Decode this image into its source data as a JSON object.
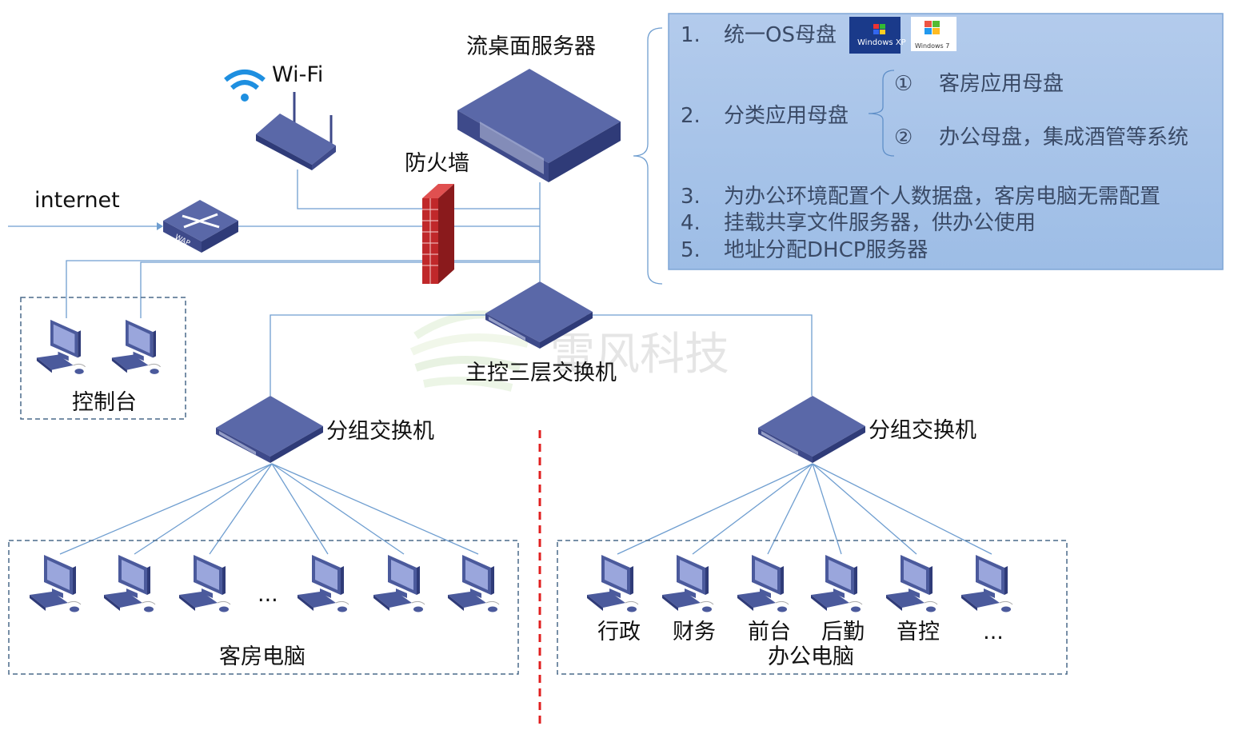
{
  "server": {
    "label": "流桌面服务器"
  },
  "wifi": {
    "label": "Wi-Fi"
  },
  "firewall": {
    "label": "防火墙"
  },
  "internet": {
    "label": "internet"
  },
  "wap": {
    "label": "WAP"
  },
  "console": {
    "label": "控制台"
  },
  "core_switch": {
    "label": "主控三层交换机"
  },
  "group_switch_left": {
    "label": "分组交换机"
  },
  "group_switch_right": {
    "label": "分组交换机"
  },
  "guest_group": {
    "label": "客房电脑",
    "ellipsis": "..."
  },
  "office_group": {
    "label": "办公电脑",
    "departments": [
      "行政",
      "财务",
      "前台",
      "后勤",
      "音控",
      "..."
    ]
  },
  "watermark": {
    "text": "雷风科技"
  },
  "panel": {
    "items": [
      {
        "num": "1.",
        "text": "统一OS母盘",
        "logos": [
          "Windows XP",
          "Windows 7"
        ]
      },
      {
        "num": "2.",
        "text": "分类应用母盘",
        "sub": [
          {
            "num": "①",
            "text": "客房应用母盘"
          },
          {
            "num": "②",
            "text": "办公母盘，集成酒管等系统"
          }
        ]
      },
      {
        "num": "3.",
        "text": "为办公环境配置个人数据盘，客房电脑无需配置"
      },
      {
        "num": "4.",
        "text": "挂载共享文件服务器，供办公使用"
      },
      {
        "num": "5.",
        "text": "地址分配DHCP服务器"
      }
    ]
  },
  "colors": {
    "device": "#5a68a8",
    "line": "#6f9ed0",
    "panel": "#a9c4e8",
    "divider": "#e02020",
    "firewall": "#c0282a"
  }
}
